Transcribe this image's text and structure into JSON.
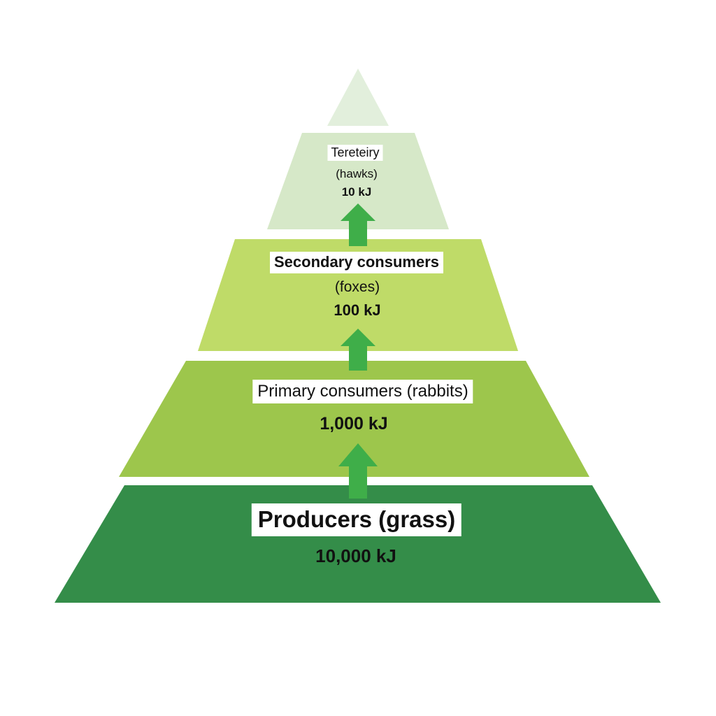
{
  "tiers": [
    {
      "key": "apex",
      "color": "#e2efdc"
    },
    {
      "key": "tertiary",
      "name": "Tereteiry",
      "organism": "(hawks)",
      "energy": "10 kJ",
      "color": "#d6e8c8"
    },
    {
      "key": "secondary",
      "name": "Secondary consumers",
      "organism": "(foxes)",
      "energy": "100 kJ",
      "color": "#bfdb68"
    },
    {
      "key": "primary",
      "name": "Primary consumers (rabbits)",
      "energy": "1,000 kJ",
      "color": "#9dc64c"
    },
    {
      "key": "producers",
      "name": "Producers (grass)",
      "energy": "10,000 kJ",
      "color": "#348d49"
    }
  ],
  "arrow_color": "#3fae49",
  "arrow_meaning": "energy transfer to next trophic level",
  "arrow_icon": "arrow-up-icon"
}
